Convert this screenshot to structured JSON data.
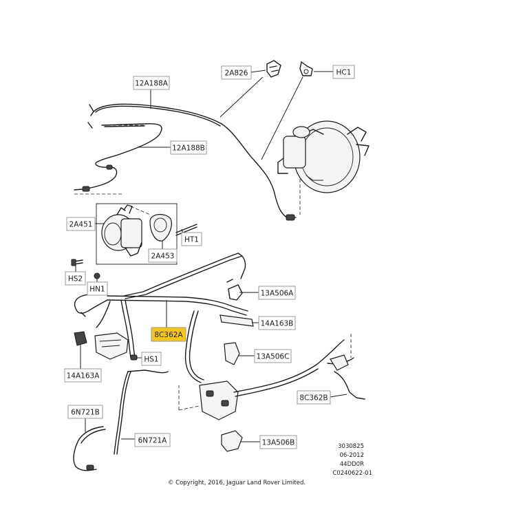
{
  "labels": {
    "a2826": "2A826",
    "hc1": "HC1",
    "a12188a": "12A188A",
    "a12188b": "12A188B",
    "a2451": "2A451",
    "ht1": "HT1",
    "a2453": "2A453",
    "hs2": "HS2",
    "hn1": "HN1",
    "a13506a": "13A506A",
    "a14163b": "14A163B",
    "c8362a": "8C362A",
    "a13506c": "13A506C",
    "hs1": "HS1",
    "a14163a": "14A163A",
    "c8362b": "8C362B",
    "n6721b": "6N721B",
    "n6721a": "6N721A",
    "a13506b": "13A506B"
  },
  "meta": {
    "line1": "3030825",
    "line2": "06-2012",
    "line3": "44DD0R",
    "line4": "C0240622-01"
  },
  "copyright": "© Copyright, 2016, Jaguar Land Rover Limited.",
  "highlight_color": "#f5c518"
}
